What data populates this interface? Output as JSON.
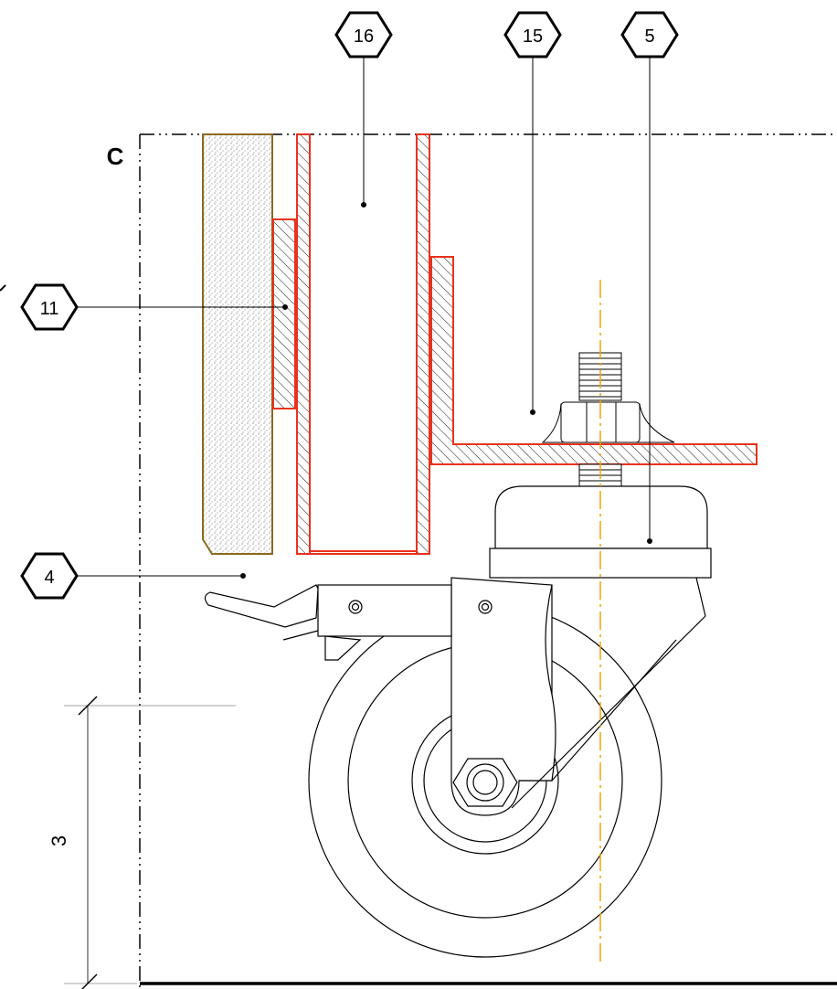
{
  "section": {
    "label": "C"
  },
  "callouts": [
    {
      "id": "callout-16",
      "text": "16"
    },
    {
      "id": "callout-15",
      "text": "15"
    },
    {
      "id": "callout-5",
      "text": "5"
    },
    {
      "id": "callout-11",
      "text": "11"
    },
    {
      "id": "callout-4",
      "text": "4"
    }
  ],
  "dimension": {
    "text": "3"
  },
  "colors": {
    "steel": "#e8321e",
    "insulation": "#8a6a1e",
    "axis": "#f0a500",
    "line": "#000000"
  }
}
